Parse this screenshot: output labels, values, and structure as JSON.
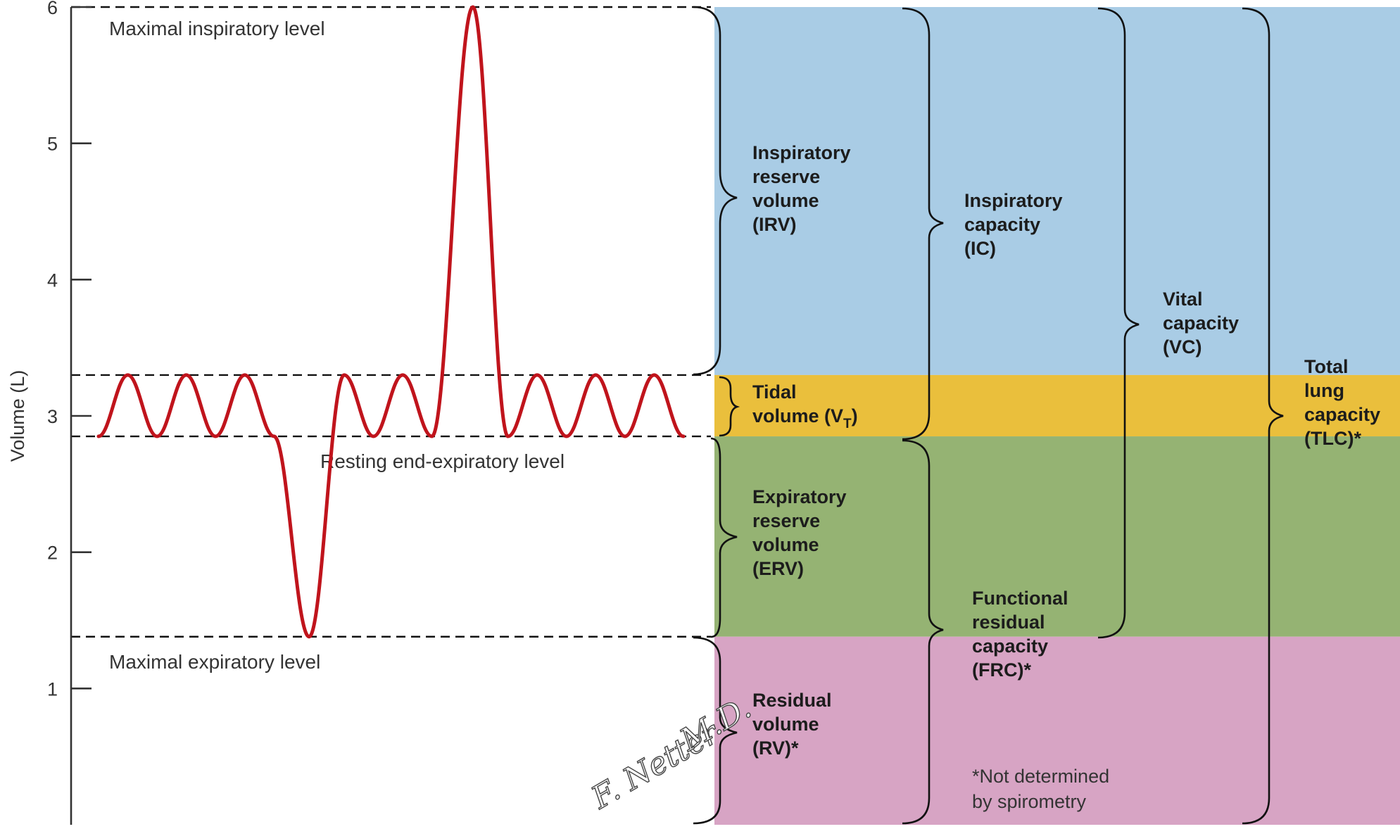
{
  "axis": {
    "ylabel": "Volume (L)",
    "ymin": 0,
    "ymax": 6,
    "ticks": [
      "1",
      "2",
      "3",
      "4",
      "5",
      "6"
    ]
  },
  "levels": {
    "max_inspiratory": {
      "label": "Maximal inspiratory level",
      "value": 6.0
    },
    "tidal_top": {
      "value": 3.3
    },
    "resting_end_expiratory": {
      "label": "Resting end-expiratory level",
      "value": 2.85
    },
    "max_expiratory": {
      "label": "Maximal expiratory level",
      "value": 1.38
    }
  },
  "bands": [
    {
      "key": "irv",
      "color": "#a9cce5",
      "from": 3.3,
      "to": 6.0
    },
    {
      "key": "vt",
      "color": "#eabf3c",
      "from": 2.85,
      "to": 3.3
    },
    {
      "key": "erv",
      "color": "#95b373",
      "from": 1.38,
      "to": 2.85
    },
    {
      "key": "rv",
      "color": "#d7a4c4",
      "from": 0,
      "to": 1.38
    }
  ],
  "volumes": {
    "irv": {
      "lines": [
        "Inspiratory",
        "reserve",
        "volume",
        "(IRV)"
      ]
    },
    "vt": {
      "line1": "Tidal",
      "line2": "volume (V",
      "sub": "T",
      "close": ")"
    },
    "erv": {
      "lines": [
        "Expiratory",
        "reserve",
        "volume",
        "(ERV)"
      ]
    },
    "rv": {
      "lines": [
        "Residual",
        "volume",
        "(RV)*"
      ]
    }
  },
  "capacities": {
    "ic": {
      "lines": [
        "Inspiratory",
        "capacity",
        "(IC)"
      ]
    },
    "frc": {
      "lines": [
        "Functional",
        "residual",
        "capacity",
        "(FRC)*"
      ]
    },
    "vc": {
      "lines": [
        "Vital",
        "capacity",
        "(VC)"
      ]
    },
    "tlc": {
      "lines": [
        "Total",
        "lung",
        "capacity",
        "(TLC)*"
      ]
    }
  },
  "footnote": {
    "lines": [
      "*Not determined",
      "by spirometry"
    ]
  },
  "signature": "F. Netter M.D.",
  "trace_color": "#c0141c",
  "trace": [
    [
      0,
      2.85
    ],
    [
      0.5,
      3.3
    ],
    [
      1,
      2.85
    ],
    [
      1.5,
      3.3
    ],
    [
      2,
      2.85
    ],
    [
      2.5,
      3.3
    ],
    [
      3,
      2.85
    ],
    [
      3.6,
      1.38
    ],
    [
      4.2,
      3.3
    ],
    [
      4.7,
      2.85
    ],
    [
      5.2,
      3.3
    ],
    [
      5.7,
      2.85
    ],
    [
      6.4,
      6.0
    ],
    [
      7,
      2.85
    ],
    [
      7.5,
      3.3
    ],
    [
      8,
      2.85
    ],
    [
      8.5,
      3.3
    ],
    [
      9,
      2.85
    ],
    [
      9.5,
      3.3
    ],
    [
      10,
      2.85
    ]
  ]
}
